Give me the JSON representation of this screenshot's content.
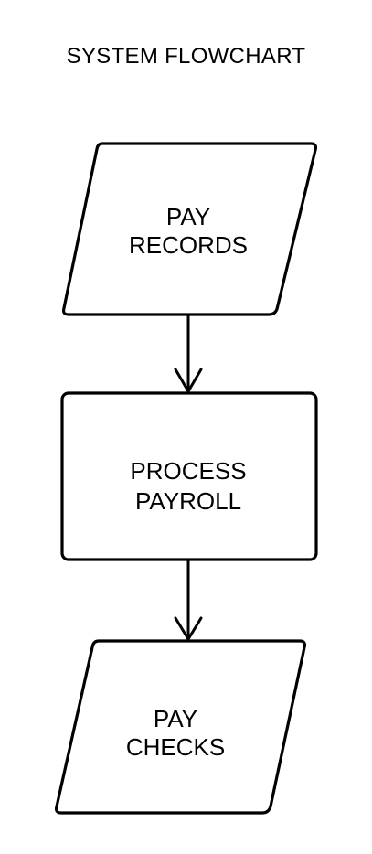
{
  "title": "SYSTEM FLOWCHART",
  "nodes": [
    {
      "id": "input",
      "shape": "parallelogram",
      "role": "input-output",
      "lines": [
        "PAY",
        "RECORDS"
      ]
    },
    {
      "id": "process",
      "shape": "rectangle",
      "role": "process",
      "lines": [
        "PROCESS",
        "PAYROLL"
      ]
    },
    {
      "id": "output",
      "shape": "parallelogram",
      "role": "input-output",
      "lines": [
        "PAY",
        "CHECKS"
      ]
    }
  ],
  "edges": [
    {
      "from": "input",
      "to": "process"
    },
    {
      "from": "process",
      "to": "output"
    }
  ],
  "colors": {
    "line": "#000000",
    "background": "#ffffff"
  }
}
